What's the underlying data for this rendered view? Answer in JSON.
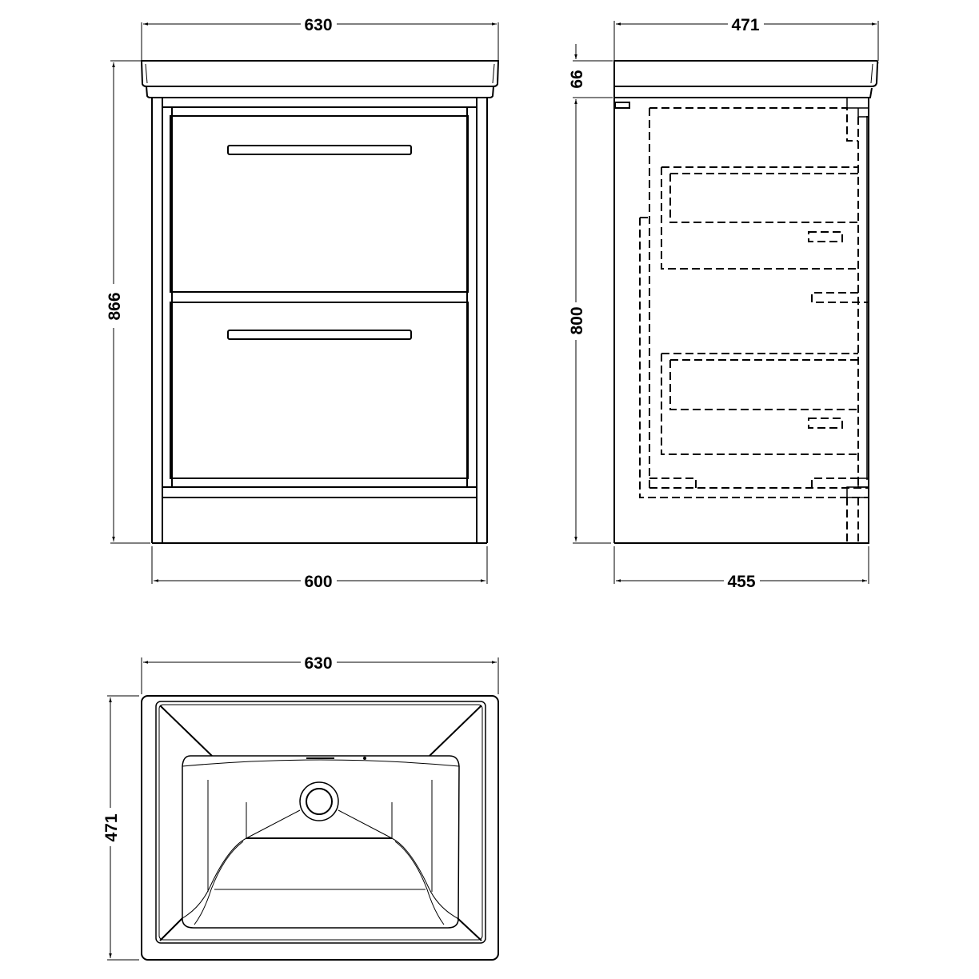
{
  "drawing": {
    "front_view": {
      "width_top": "630",
      "height_total": "866",
      "width_bottom": "600",
      "drawers": 2
    },
    "side_view": {
      "depth_top": "471",
      "basin_height": "66",
      "cabinet_height": "800",
      "depth_bottom": "455"
    },
    "top_view": {
      "width": "630",
      "depth": "471"
    },
    "units": "mm",
    "line_color": "#000000",
    "background": "#ffffff"
  }
}
